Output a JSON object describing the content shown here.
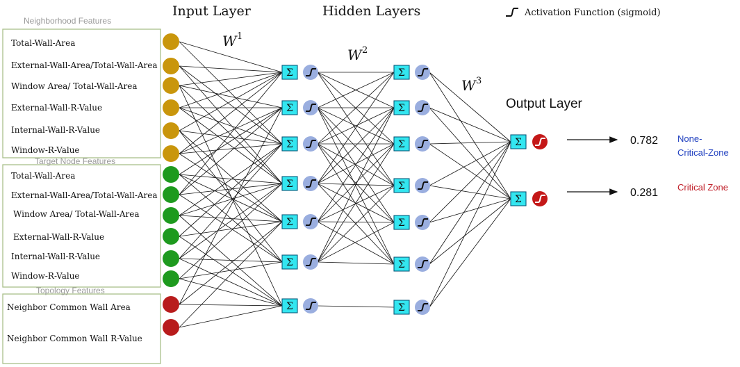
{
  "groups": {
    "neighborhood": {
      "title": "Neighborhood Features",
      "features": [
        "Total-Wall-Area",
        "External-Wall-Area/Total-Wall-Area",
        "Window Area/ Total-Wall-Area",
        "External-Wall-R-Value",
        "Internal-Wall-R-Value",
        "Window-R-Value"
      ]
    },
    "target": {
      "title": "Target Node Features",
      "features": [
        "Total-Wall-Area",
        "External-Wall-Area/Total-Wall-Area",
        "Window Area/ Total-Wall-Area",
        "External-Wall-R-Value",
        "Internal-Wall-R-Value",
        "Window-R-Value"
      ]
    },
    "topology": {
      "title": "Topology Features",
      "features": [
        "Neighbor Common Wall Area",
        "Neighbor Common Wall R-Value"
      ]
    }
  },
  "layers": {
    "input": "Input Layer",
    "hidden": "Hidden Layers",
    "output": "Output Layer"
  },
  "weights": [
    {
      "base": "W",
      "sup": "1"
    },
    {
      "base": "W",
      "sup": "2"
    },
    {
      "base": "W",
      "sup": "3"
    }
  ],
  "legend": {
    "label": "Activation Function (sigmoid)"
  },
  "sigma_symbol": "Σ",
  "outputs": [
    {
      "value": "0.782",
      "zone_line1": "None-",
      "zone_line2": "Critical-Zone",
      "zone_color": "#1f3fbf"
    },
    {
      "value": "0.281",
      "zone_line1": "Critical Zone",
      "zone_line2": "",
      "zone_color": "#c0202a"
    }
  ],
  "colors": {
    "neighborhood_node": "#c9960c",
    "target_node": "#1e9a1e",
    "topology_node": "#b81c1c",
    "sum_box": "#33e6f0",
    "hidden_activation": "#9aaedf",
    "output_activation": "#c41818",
    "group_border": "#a9c08a"
  }
}
